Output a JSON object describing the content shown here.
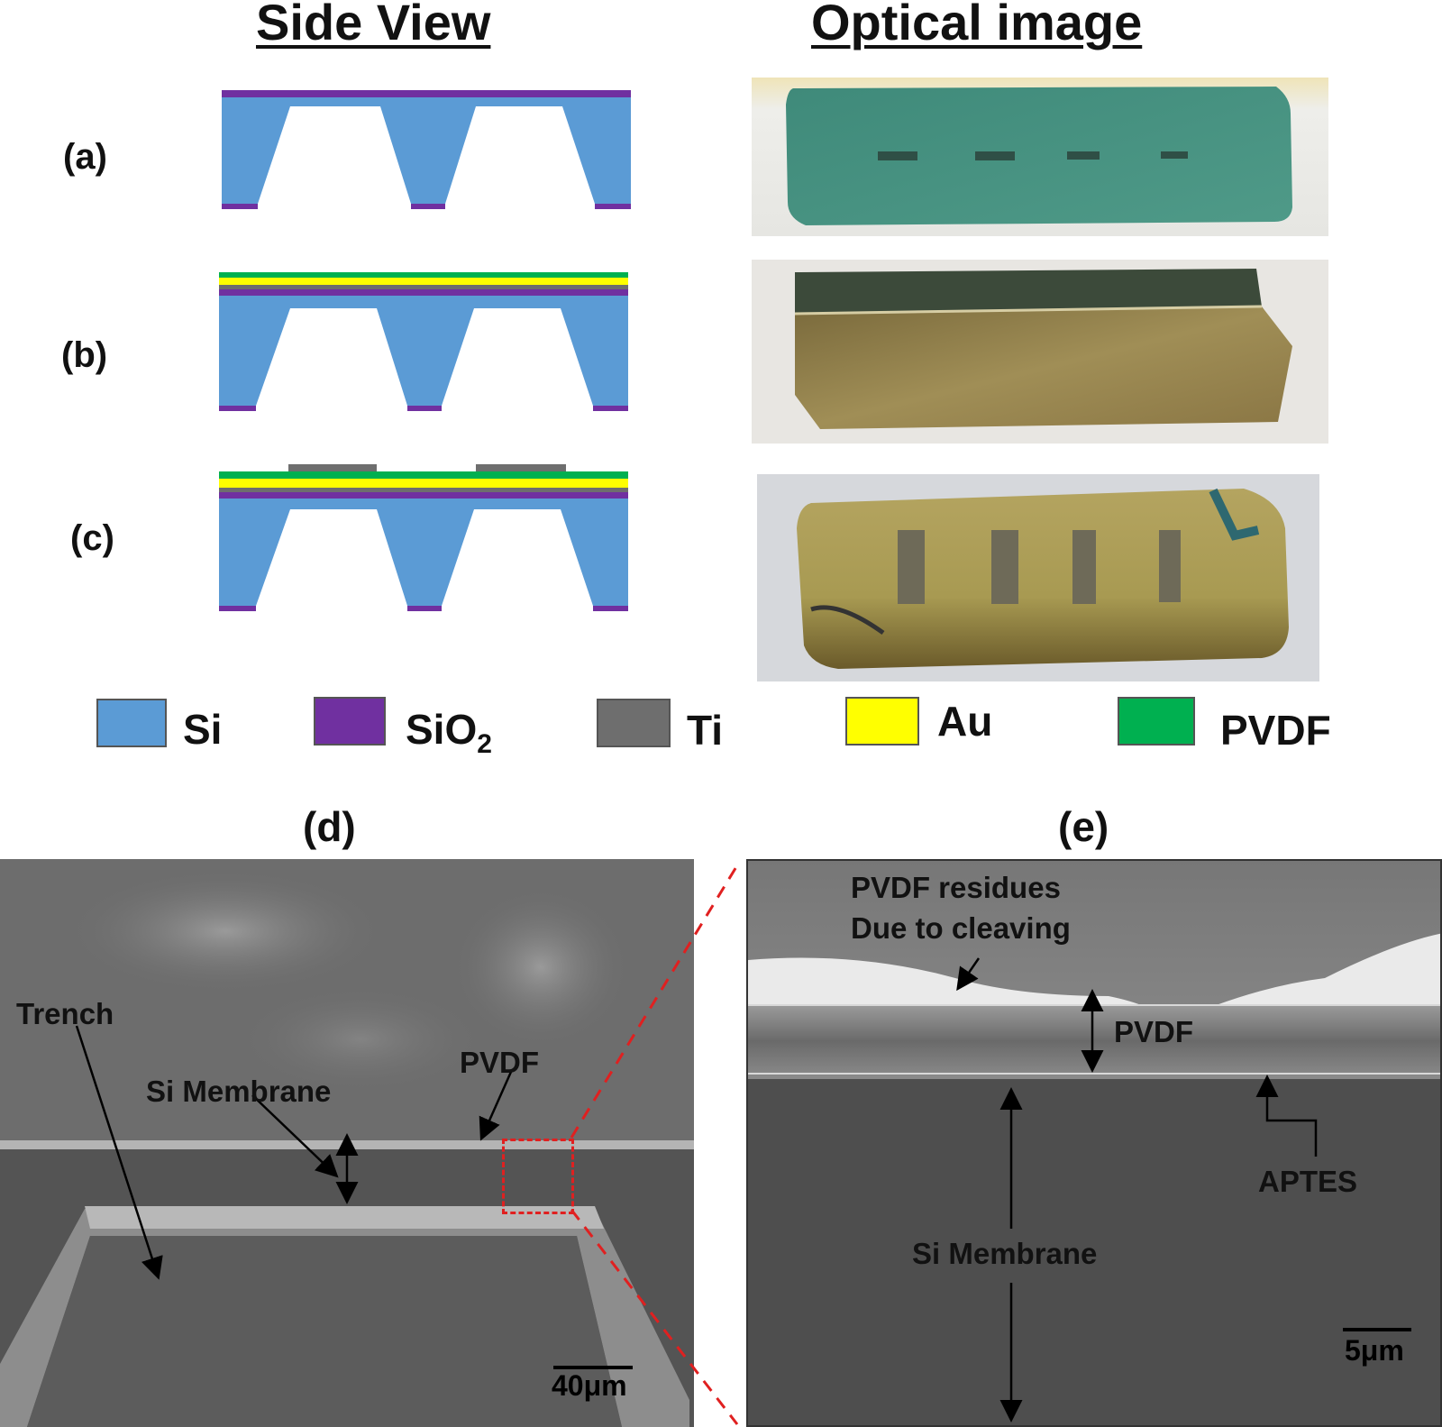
{
  "headers": {
    "side_view": "Side View",
    "optical_image": "Optical image"
  },
  "row_labels": {
    "a": "(a)",
    "b": "(b)",
    "c": "(c)"
  },
  "legend": [
    {
      "key": "si",
      "label": "Si",
      "color": "#5b9bd5"
    },
    {
      "key": "sio2",
      "label": "SiO",
      "sub": "2",
      "color": "#7030a0"
    },
    {
      "key": "ti",
      "label": "Ti",
      "color": "#6e6e6e"
    },
    {
      "key": "au",
      "label": "Au",
      "color": "#ffff00"
    },
    {
      "key": "pvdf",
      "label": "PVDF",
      "color": "#00b050"
    }
  ],
  "panel_d": {
    "title": "(d)",
    "labels": {
      "trench": "Trench",
      "si_membrane": "Si Membrane",
      "pvdf": "PVDF"
    },
    "scale_bar": "40μm"
  },
  "panel_e": {
    "title": "(e)",
    "labels": {
      "residue_line1": "PVDF residues",
      "residue_line2": "Due to cleaving",
      "pvdf": "PVDF",
      "aptes": "APTES",
      "si_membrane": "Si Membrane"
    },
    "scale_bar": "5μm"
  },
  "colors": {
    "highlight": "#e02020"
  }
}
